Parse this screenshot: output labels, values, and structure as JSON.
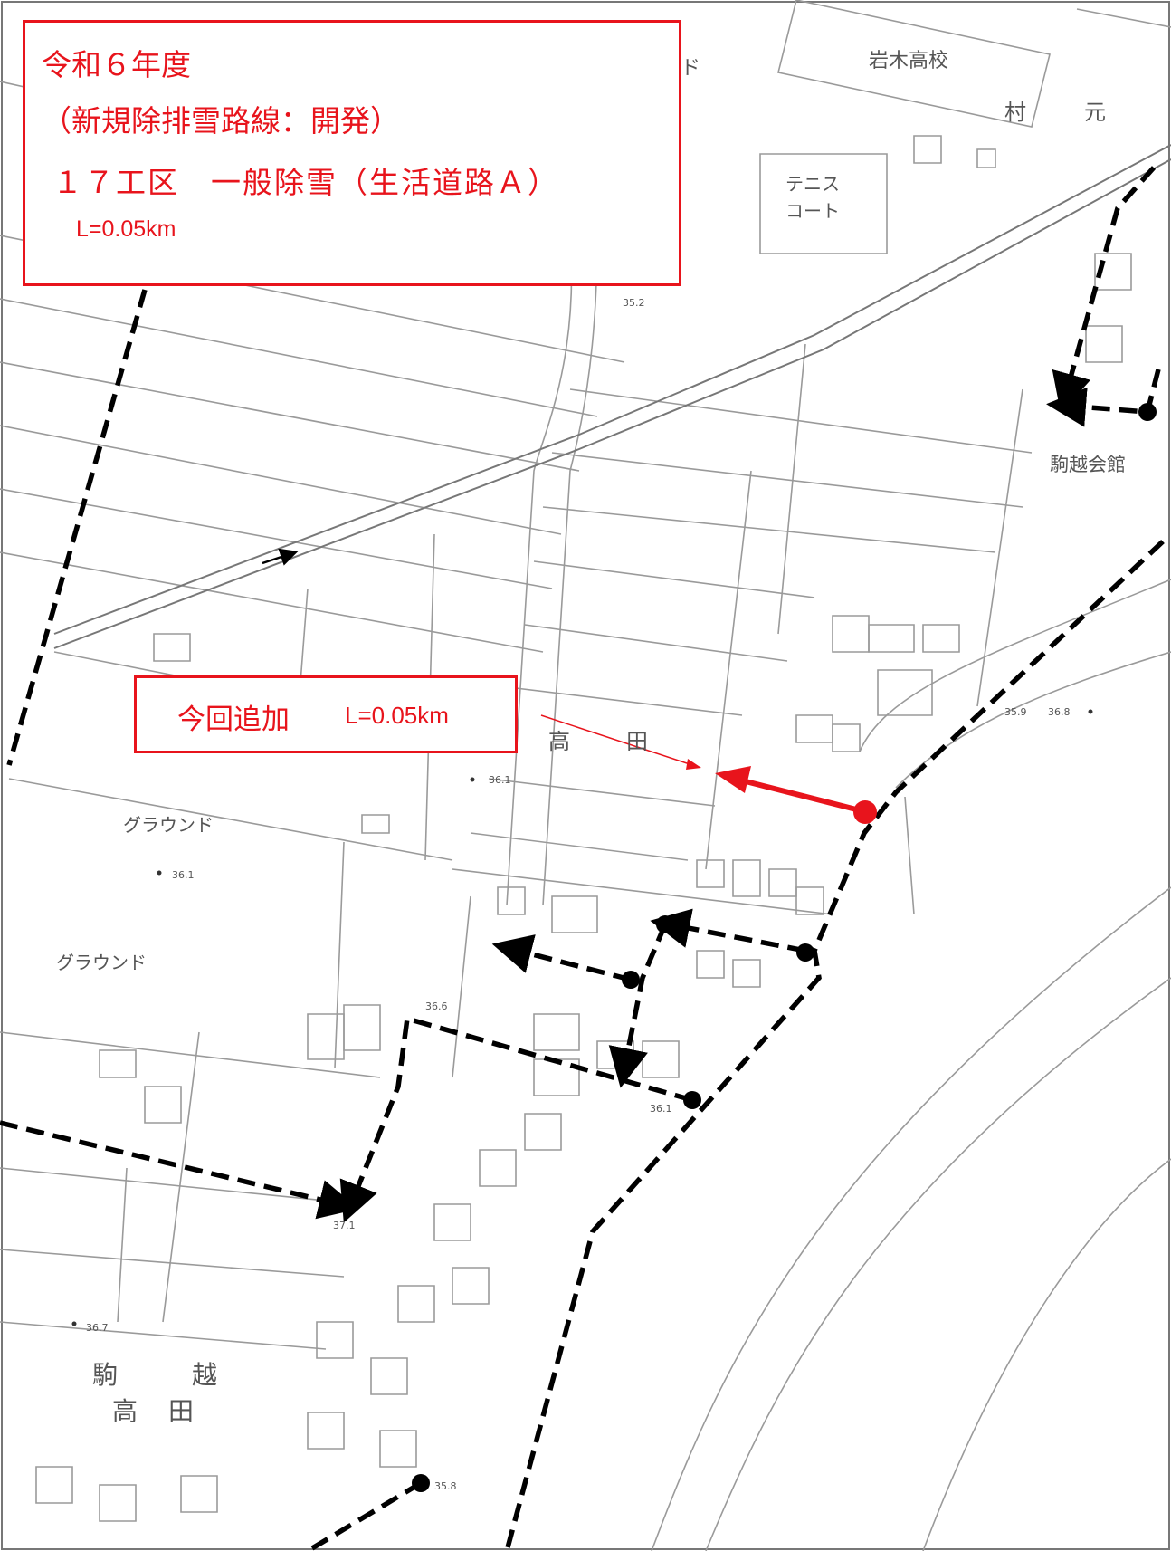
{
  "info_box": {
    "line1": "令和６年度",
    "line2": "（新規除排雪路線：開発）",
    "line3": "１７工区　一般除雪（生活道路Ａ）",
    "line4": "L=0.05km"
  },
  "added_box": {
    "label": "今回追加",
    "length": "L=0.05km"
  },
  "map_labels": {
    "school": "岩木高校",
    "village_1": "村",
    "village_2": "元",
    "tennis_1": "テニス",
    "tennis_2": "コート",
    "hall": "駒越会館",
    "takada_1": "高",
    "takada_2": "田",
    "ground_1": "グラウンド",
    "ground_2": "グラウンド",
    "komagoshi_1": "駒",
    "komagoshi_2": "越",
    "komagoshi_3": "高",
    "komagoshi_4": "田",
    "partial_top": "ンド"
  },
  "elevations": {
    "e352": "35.2",
    "e359": "35.9",
    "e368": "36.8",
    "e361a": "36.1",
    "e361b": "36.1",
    "e366": "36.6",
    "e361c": "36.1",
    "e371": "37.1",
    "e367": "36.7",
    "e358": "35.8"
  },
  "colors": {
    "accent_red": "#e8141c",
    "route_black": "#000000",
    "map_line": "#9a9a9a"
  }
}
